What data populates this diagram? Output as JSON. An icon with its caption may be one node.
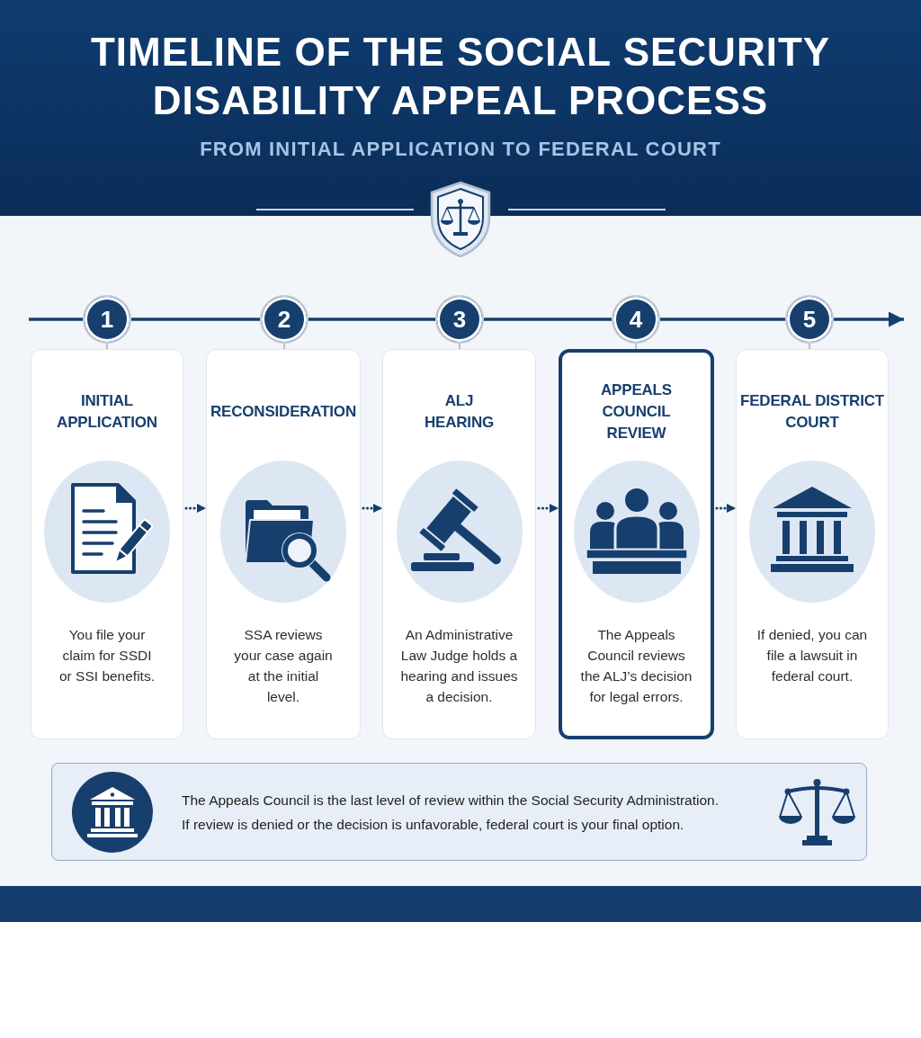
{
  "diagram": {
    "title": "TIMELINE OF THE SOCIAL SECURITY DISABILITY APPEAL PROCESS",
    "nodes": [
      {
        "text": [
          "1"
        ]
      },
      {
        "text": [
          "2"
        ]
      },
      {
        "text": [
          "3"
        ]
      },
      {
        "text": [
          "4"
        ]
      },
      {
        "text": [
          "5"
        ]
      },
      {
        "text": [
          "INITIAL APPLICATION",
          "You file your claim for SSDI or SSI benefits."
        ]
      },
      {
        "text": [
          "RECONSIDERATION",
          "SSA reviews your case again at the initial level."
        ]
      },
      {
        "text": [
          "ALJ HEARING",
          "An Administrative Law Judge holds a hearing and issues a decision."
        ]
      },
      {
        "text": [
          "APPEALS COUNCIL REVIEW",
          "The Appeals Council reviews the ALJ’s decision for legal errors."
        ]
      },
      {
        "text": [
          "FEDERAL DISTRICT COURT",
          "If denied, you can file a lawsuit in federal court."
        ]
      },
      {
        "text": [
          "The Appeals Council is the last level of review within the Social Security Administration. If review is denied or the decision is unfavorable, federal court is your final option."
        ]
      }
    ],
    "edges": [
      {
        "from": null,
        "to": 0,
        "arrow": "none"
      },
      {
        "from": 0,
        "to": 1,
        "arrow": "none"
      },
      {
        "from": 1,
        "to": 2,
        "arrow": "none"
      },
      {
        "from": 2,
        "to": 3,
        "arrow": "none"
      },
      {
        "from": 3,
        "to": 4,
        "arrow": "none"
      },
      {
        "from": 4,
        "to": null,
        "arrow": "to"
      },
      {
        "from": 0,
        "to": 5,
        "arrow": "none",
        "color": "#b8c1cd"
      },
      {
        "from": 1,
        "to": 6,
        "arrow": "none",
        "color": "#b8c1cd"
      },
      {
        "from": 2,
        "to": 7,
        "arrow": "none",
        "color": "#b8c1cd"
      },
      {
        "from": 3,
        "to": 8,
        "arrow": "none",
        "color": "#b8c1cd"
      },
      {
        "from": 4,
        "to": 9,
        "arrow": "none",
        "color": "#b8c1cd"
      },
      {
        "from": 5,
        "to": 6,
        "arrow": "to",
        "style": "dashed"
      },
      {
        "from": 6,
        "to": 7,
        "arrow": "to",
        "style": "dashed"
      },
      {
        "from": 7,
        "to": 8,
        "arrow": "to",
        "style": "dashed"
      },
      {
        "from": 8,
        "to": 9,
        "arrow": "to",
        "style": "dashed"
      }
    ],
    "labels": [
      "FROM INITIAL APPLICATION TO FEDERAL COURT"
    ]
  }
}
